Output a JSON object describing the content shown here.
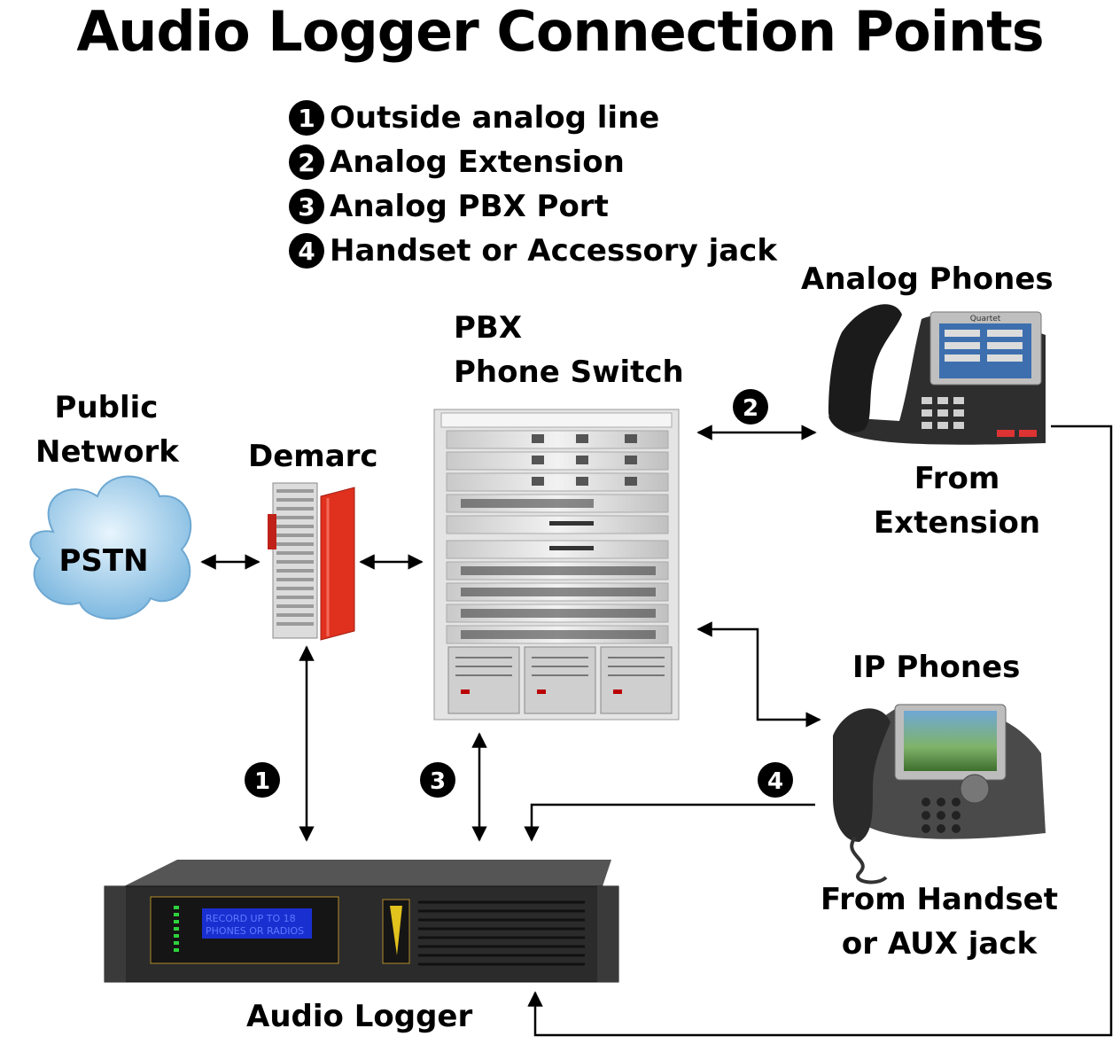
{
  "title": "Audio Logger Connection Points",
  "legend": [
    {
      "num": "1",
      "label": "Outside analog line"
    },
    {
      "num": "2",
      "label": "Analog Extension"
    },
    {
      "num": "3",
      "label": "Analog PBX Port"
    },
    {
      "num": "4",
      "label": "Handset or Accessory jack"
    }
  ],
  "labels": {
    "public_network_1": "Public",
    "public_network_2": "Network",
    "pstn": "PSTN",
    "demarc": "Demarc",
    "pbx_1": "PBX",
    "pbx_2": "Phone Switch",
    "analog_phones": "Analog Phones",
    "from_extension_1": "From",
    "from_extension_2": "Extension",
    "ip_phones": "IP Phones",
    "from_handset_1": "From Handset",
    "from_handset_2": "or AUX jack",
    "audio_logger": "Audio Logger"
  },
  "markers": {
    "m1": "1",
    "m2": "2",
    "m3": "3",
    "m4": "4"
  },
  "device_text": {
    "logger_display_1": "RECORD UP TO 18",
    "logger_display_2": "PHONES OR RADIOS",
    "analog_phone_brand": "Quartet"
  },
  "colors": {
    "demarc_red": "#e0301e",
    "cloud_blue": "#a9d4ee",
    "logger_body": "#2b2b2b",
    "logger_display": "#1a2fd0",
    "line": "#000000"
  }
}
